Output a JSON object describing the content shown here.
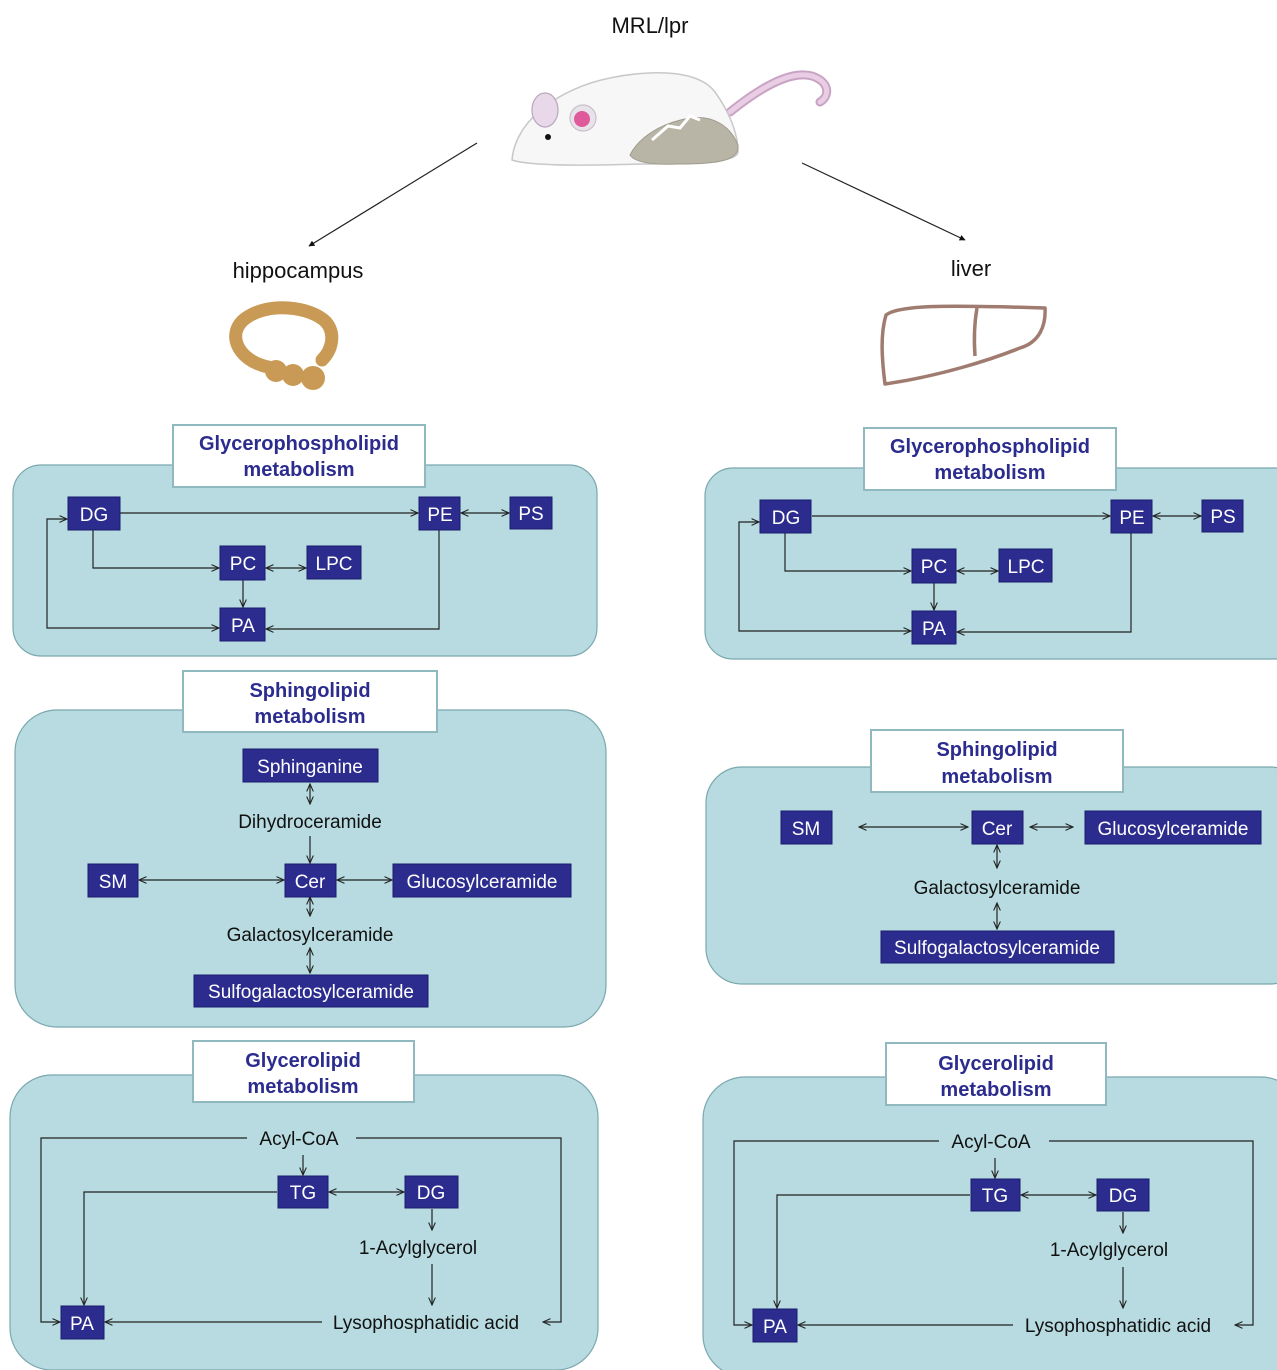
{
  "top_label": "MRL/lpr",
  "left_label": "hippocampus",
  "right_label": "liver",
  "icons": {
    "mouse": "mouse-icon",
    "hippocampus": "hippocampus-icon",
    "liver": "liver-icon"
  },
  "colors": {
    "panel": "#b7dbe0",
    "node": "#2b2c8e",
    "title_text": "#2b2c8e",
    "hippocampus": "#c99a55",
    "liver": "#a07c70"
  },
  "hippo": {
    "glycerophospholipid": {
      "title1": "Glycerophospholipid",
      "title2": "metabolism",
      "nodes": {
        "dg": "DG",
        "pe": "PE",
        "ps": "PS",
        "pc": "PC",
        "lpc": "LPC",
        "pa": "PA"
      }
    },
    "sphingolipid": {
      "title1": "Sphingolipid",
      "title2": "metabolism",
      "nodes": {
        "sphinganine": "Sphinganine",
        "dihydroceramide": "Dihydroceramide",
        "sm": "SM",
        "cer": "Cer",
        "glucosylceramide": "Glucosylceramide",
        "galactosylceramide": "Galactosylceramide",
        "sulfogalactosylceramide": "Sulfogalactosylceramide"
      }
    },
    "glycerolipid": {
      "title1": "Glycerolipid",
      "title2": "metabolism",
      "nodes": {
        "acylcoa": "Acyl-CoA",
        "tg": "TG",
        "dg": "DG",
        "acylglycerol": "1-Acylglycerol",
        "lpa": "Lysophosphatidic acid",
        "pa": "PA"
      }
    }
  },
  "liver": {
    "glycerophospholipid": {
      "title1": "Glycerophospholipid",
      "title2": "metabolism",
      "nodes": {
        "dg": "DG",
        "pe": "PE",
        "ps": "PS",
        "pc": "PC",
        "lpc": "LPC",
        "pa": "PA"
      }
    },
    "sphingolipid": {
      "title1": "Sphingolipid",
      "title2": "metabolism",
      "nodes": {
        "sm": "SM",
        "cer": "Cer",
        "glucosylceramide": "Glucosylceramide",
        "galactosylceramide": "Galactosylceramide",
        "sulfogalactosylceramide": "Sulfogalactosylceramide"
      }
    },
    "glycerolipid": {
      "title1": "Glycerolipid",
      "title2": "metabolism",
      "nodes": {
        "acylcoa": "Acyl-CoA",
        "tg": "TG",
        "dg": "DG",
        "acylglycerol": "1-Acylglycerol",
        "lpa": "Lysophosphatidic acid",
        "pa": "PA"
      }
    }
  }
}
